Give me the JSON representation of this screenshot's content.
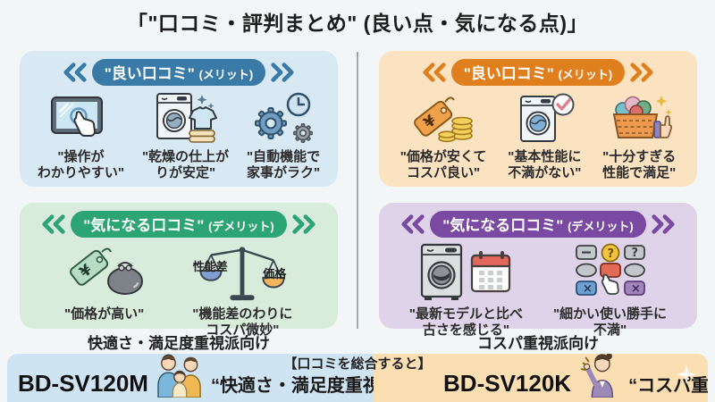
{
  "page": {
    "title": "「\"口コミ・評判まとめ\" (良い点・気になる点)」"
  },
  "colors": {
    "blue_accent": "#3a7aa6",
    "orange_accent": "#e07f1d",
    "green_accent": "#2ca473",
    "purple_accent": "#7a4aa3",
    "panel_blue_bg": "#d8e9f4",
    "panel_orange_bg": "#fbe3c1",
    "panel_green_bg": "#d9ecdc",
    "panel_purple_bg": "#ded3e8",
    "summary_left_bg": "#cfe4f3",
    "summary_right_bg": "#fbdeb2"
  },
  "panels": {
    "good_left": {
      "label": "\"良い口コミ\"",
      "suffix": "(メリット)",
      "items": [
        {
          "icon": "tablet-touch-icon",
          "text": "\"操作が\nわかりやすい\""
        },
        {
          "icon": "washer-shirt-icon",
          "text": "\"乾燥の仕上が\nりが安定\""
        },
        {
          "icon": "gears-clock-icon",
          "text": "\"自動機能で\n家事がラク\""
        }
      ]
    },
    "good_right": {
      "label": "\"良い口コミ\"",
      "suffix": "(メリット)",
      "items": [
        {
          "icon": "price-tag-coins-icon",
          "text": "\"価格が安くて\nコスパ良い\""
        },
        {
          "icon": "washer-check-icon",
          "text": "\"基本性能に\n不満がない\""
        },
        {
          "icon": "laundry-basket-thumbs-icon",
          "text": "\"十分すぎる\n性能で満足\""
        }
      ]
    },
    "concern_left": {
      "label": "\"気になる口コミ\"",
      "suffix": "(デメリット)",
      "items": [
        {
          "icon": "price-tag-purse-icon",
          "text": "\"価格が高い\""
        },
        {
          "icon": "balance-scale-icon",
          "text": "\"機能差のわりに\nコスパ微妙\""
        }
      ],
      "scale": {
        "left": "性能差",
        "right": "価格"
      }
    },
    "concern_right": {
      "label": "\"気になる口コミ\"",
      "suffix": "(デメリット)",
      "items": [
        {
          "icon": "washer-calendar-icon",
          "text": "\"最新モデルと比べ\n古さを感じる\""
        },
        {
          "icon": "buttons-grid-icon",
          "text": "\"細かい使い勝手に\n不満\""
        }
      ]
    }
  },
  "audience": {
    "left": "快適さ・満足度重視派向け",
    "right": "コスパ重視派向け"
  },
  "summary": {
    "heading": "【口コミを総合すると】",
    "left": {
      "model": "BD-SV120M",
      "verdict": "“快適さ・満足度重視”"
    },
    "right": {
      "model": "BD-SV120K",
      "verdict": "“コスパ重視”"
    }
  }
}
